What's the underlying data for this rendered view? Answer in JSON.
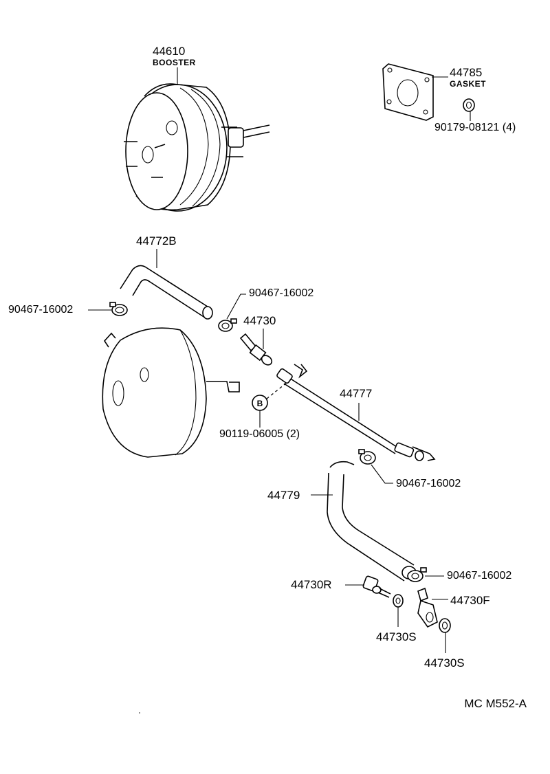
{
  "parts": {
    "booster": {
      "number": "44610",
      "name": "BOOSTER"
    },
    "gasket": {
      "number": "44785",
      "name": "GASKET"
    },
    "gasket_nut": {
      "number": "90179-08121 (4)"
    },
    "hose_upper": {
      "number": "44772B"
    },
    "clamp_left": {
      "number": "90467-16002"
    },
    "clamp_upper": {
      "number": "90467-16002"
    },
    "check_valve": {
      "number": "44730"
    },
    "pipe": {
      "number": "44777"
    },
    "bolt_b": {
      "number": "90119-06005 (2)",
      "marker": "B"
    },
    "clamp_mid": {
      "number": "90467-16002"
    },
    "hose_lower": {
      "number": "44779"
    },
    "clamp_lower": {
      "number": "90467-16002"
    },
    "union_rear": {
      "number": "44730R"
    },
    "union_front": {
      "number": "44730F"
    },
    "gasket_rear": {
      "number": "44730S"
    },
    "gasket_front": {
      "number": "44730S"
    }
  },
  "diagram_code": "MC M552-A"
}
